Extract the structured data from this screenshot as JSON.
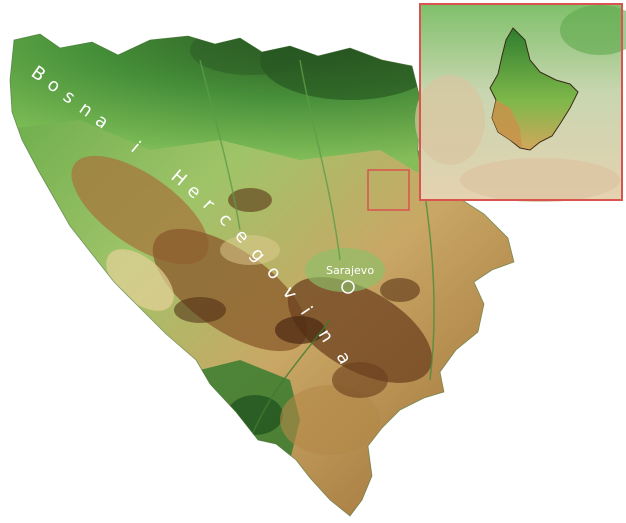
{
  "map": {
    "country_label": "Bosna i Hercegovina",
    "country_label_chars": [
      "B",
      "o",
      "s",
      "n",
      "a",
      "i",
      "H",
      "e",
      "r",
      "c",
      "e",
      "g",
      "o",
      "v",
      "i",
      "n",
      "a"
    ],
    "city": {
      "name": "Sarajevo"
    }
  },
  "colors": {
    "lowland_dark": "#2f6b2a",
    "lowland": "#4f9a3c",
    "midland": "#8dbf5e",
    "highland_light": "#cdb77a",
    "highland": "#b98b45",
    "mountain": "#7a4a22",
    "peak": "#4b2a12",
    "inset_frame": "#d9534f",
    "label": "#ffffff"
  }
}
